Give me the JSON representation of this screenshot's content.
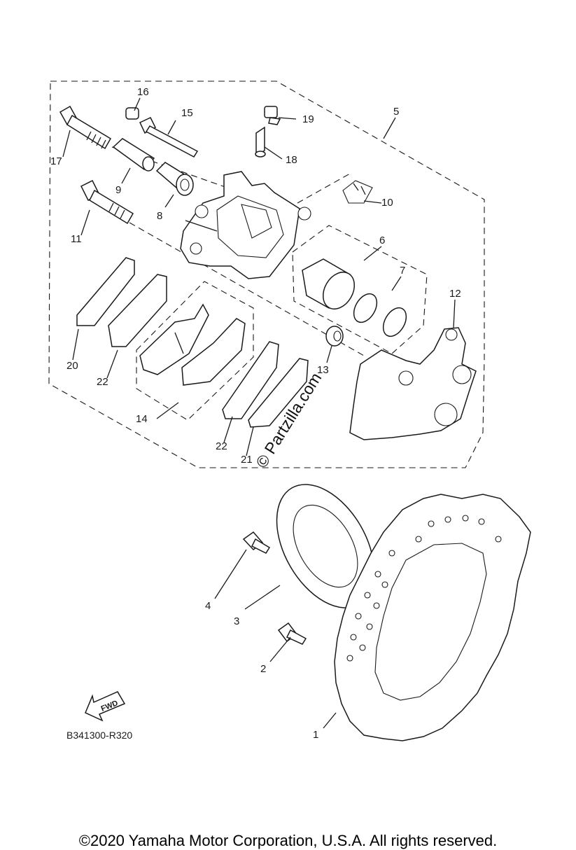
{
  "diagram": {
    "callouts": [
      "1",
      "2",
      "3",
      "4",
      "5",
      "6",
      "7",
      "8",
      "9",
      "10",
      "11",
      "12",
      "13",
      "14",
      "15",
      "16",
      "17",
      "18",
      "19",
      "20",
      "21",
      "22",
      "22"
    ],
    "watermark": "© Partzilla.com",
    "fwd_label": "FWD",
    "diagram_code": "B341300-R320"
  },
  "footer": {
    "copyright": "©2020 Yamaha Motor Corporation, U.S.A. All rights reserved."
  }
}
